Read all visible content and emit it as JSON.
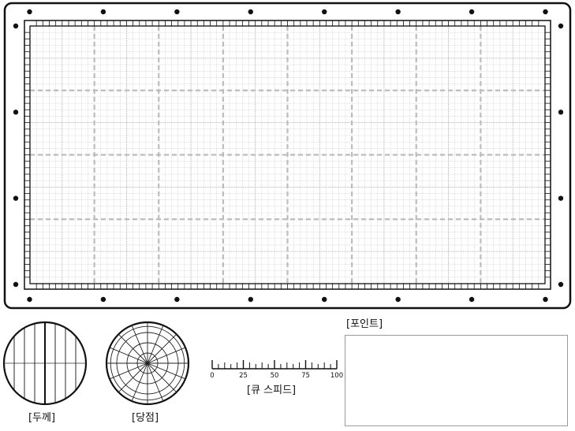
{
  "labels": {
    "thickness": "[두께]",
    "contact_point": "[당점]",
    "cue_speed": "[큐 스피드]",
    "point": "[포인트]"
  },
  "speed_scale": {
    "ticks": [
      "0",
      "25",
      "50",
      "75",
      "100"
    ],
    "min": 0,
    "max": 100,
    "minor_divisions": 20
  },
  "table": {
    "diamonds_long_side": 7,
    "diamonds_short_side": 3
  },
  "colors": {
    "frame": "#111111",
    "grid_major": "#b5b5b5",
    "grid_minor": "#dcdcdc",
    "grid_dashed": "#bcbcbc",
    "point_box_border": "#9a9a9a"
  }
}
